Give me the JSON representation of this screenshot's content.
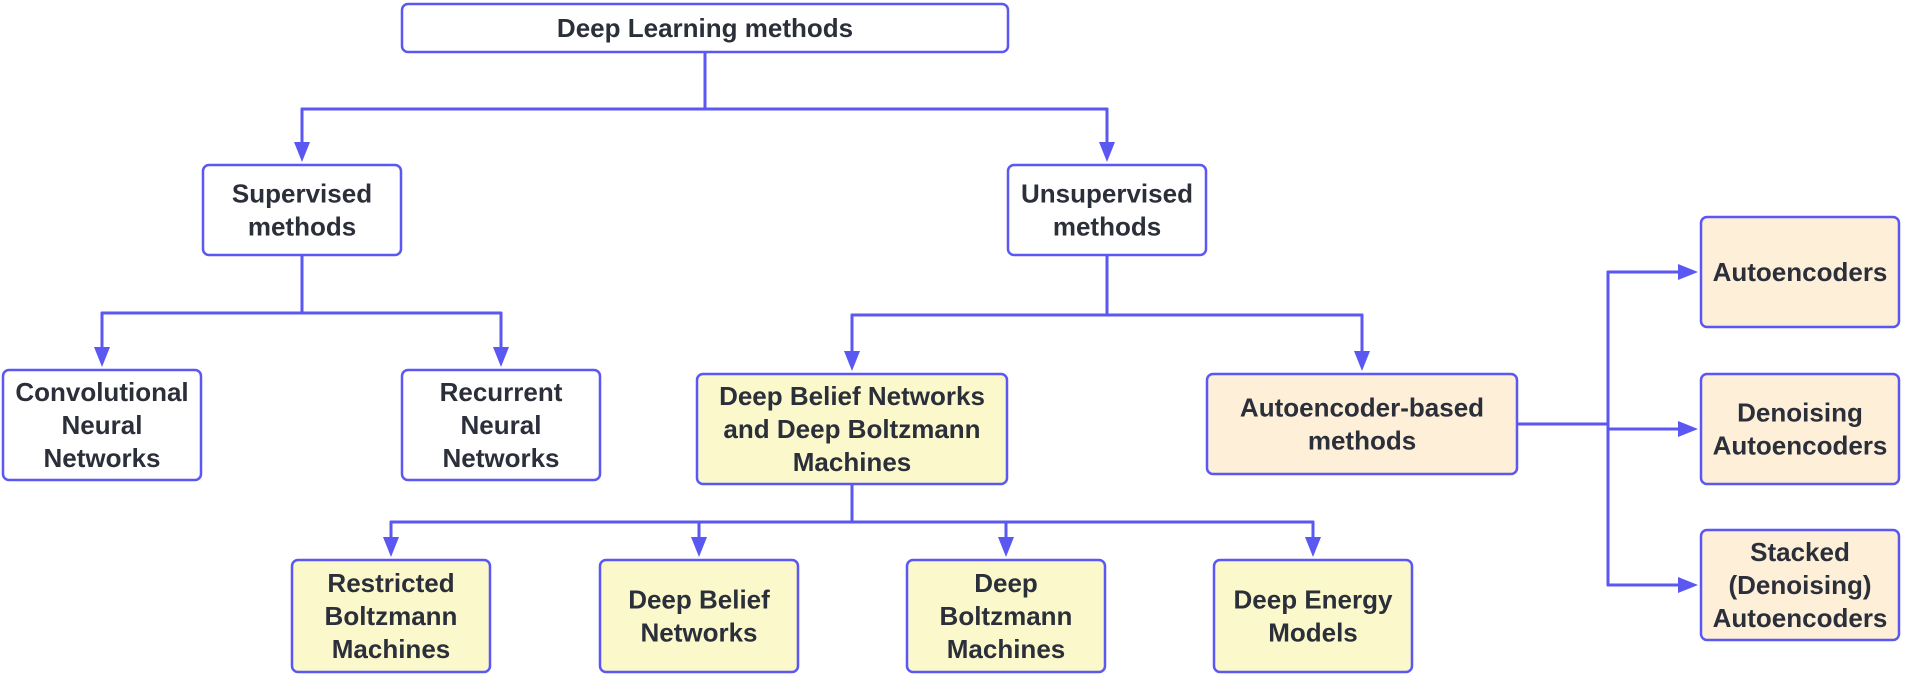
{
  "colors": {
    "edge": "#5b57f2",
    "text": "#2b2f3a",
    "fill_white": "#ffffff",
    "fill_yellow": "#fbf8cc",
    "fill_peach": "#fdefd8"
  },
  "nodes": {
    "root": {
      "lines": [
        "Deep Learning methods"
      ],
      "fill": "white"
    },
    "supervised": {
      "lines": [
        "Supervised",
        "methods"
      ],
      "fill": "white"
    },
    "unsupervised": {
      "lines": [
        "Unsupervised",
        "methods"
      ],
      "fill": "white"
    },
    "cnn": {
      "lines": [
        "Convolutional",
        "Neural",
        "Networks"
      ],
      "fill": "white"
    },
    "rnn": {
      "lines": [
        "Recurrent",
        "Neural",
        "Networks"
      ],
      "fill": "white"
    },
    "dbn_dbm": {
      "lines": [
        "Deep Belief Networks",
        "and Deep Boltzmann",
        "Machines"
      ],
      "fill": "yellow"
    },
    "ae_based": {
      "lines": [
        "Autoencoder-based",
        "methods"
      ],
      "fill": "peach"
    },
    "rbm": {
      "lines": [
        "Restricted",
        "Boltzmann",
        "Machines"
      ],
      "fill": "yellow"
    },
    "dbn": {
      "lines": [
        "Deep Belief",
        "Networks"
      ],
      "fill": "yellow"
    },
    "dbm": {
      "lines": [
        "Deep",
        "Boltzmann",
        "Machines"
      ],
      "fill": "yellow"
    },
    "dem": {
      "lines": [
        "Deep Energy",
        "Models"
      ],
      "fill": "yellow"
    },
    "ae": {
      "lines": [
        "Autoencoders"
      ],
      "fill": "peach"
    },
    "dae": {
      "lines": [
        "Denoising",
        "Autoencoders"
      ],
      "fill": "peach"
    },
    "sdae": {
      "lines": [
        "Stacked",
        "(Denoising)",
        "Autoencoders"
      ],
      "fill": "peach"
    }
  },
  "edges": [
    {
      "from": "root",
      "to": "supervised"
    },
    {
      "from": "root",
      "to": "unsupervised"
    },
    {
      "from": "supervised",
      "to": "cnn"
    },
    {
      "from": "supervised",
      "to": "rnn"
    },
    {
      "from": "unsupervised",
      "to": "dbn_dbm"
    },
    {
      "from": "unsupervised",
      "to": "ae_based"
    },
    {
      "from": "dbn_dbm",
      "to": "rbm"
    },
    {
      "from": "dbn_dbm",
      "to": "dbn"
    },
    {
      "from": "dbn_dbm",
      "to": "dbm"
    },
    {
      "from": "dbn_dbm",
      "to": "dem"
    },
    {
      "from": "ae_based",
      "to": "ae"
    },
    {
      "from": "ae_based",
      "to": "dae"
    },
    {
      "from": "ae_based",
      "to": "sdae"
    }
  ]
}
